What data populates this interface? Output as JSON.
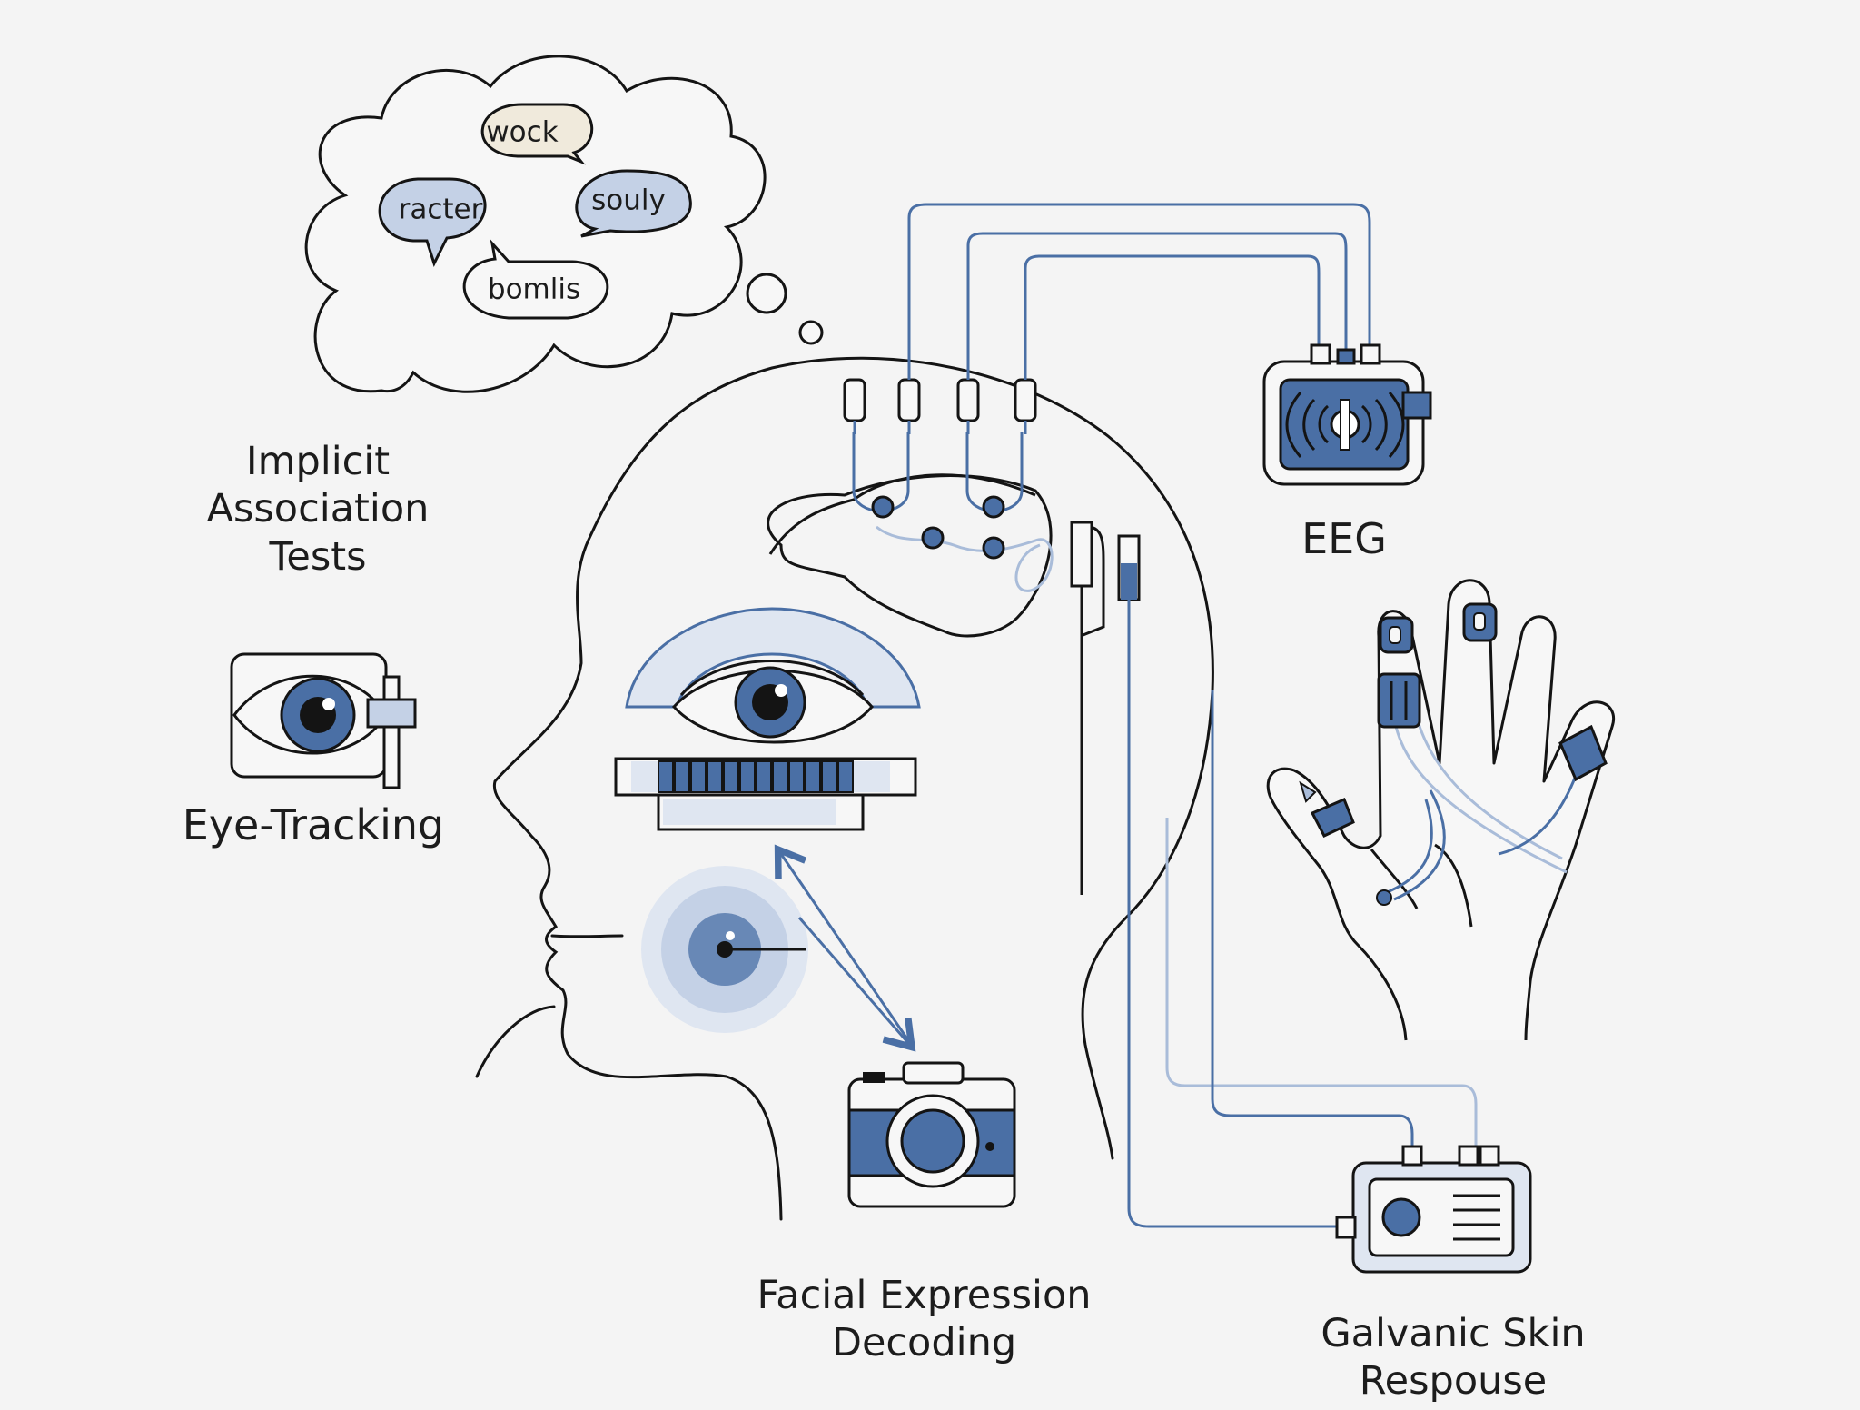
{
  "colors": {
    "background": "#f4f4f4",
    "outline": "#141414",
    "accent_blue": "#4a6fa5",
    "light_blue": "#a9bcd9",
    "pale_blue": "#dfe6f1"
  },
  "labels": {
    "iat": "Implicit\nAssociation\nTests",
    "eye_tracking": "Eye-Tracking",
    "eeg": "EEG",
    "facial": "Facial Expression\nDecoding",
    "gsr": "Galvanic Skin Respouse"
  },
  "thought_bubble": {
    "words": [
      "wock",
      "racter",
      "souly",
      "bomlis"
    ]
  },
  "icons": {
    "thought_cloud": "thought-cloud-icon",
    "eye_tracker": "eye-tracker-icon",
    "eeg_device": "eeg-device-icon",
    "camera": "camera-icon",
    "gsr_device": "gsr-device-icon",
    "hand": "hand-with-sensors-icon",
    "head": "head-profile-icon"
  }
}
